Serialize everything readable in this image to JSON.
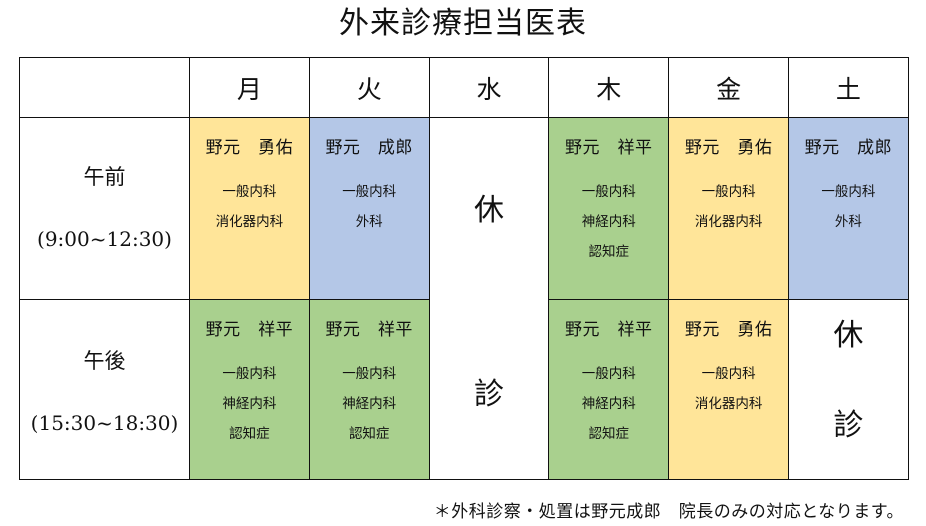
{
  "title": "外来診療担当医表",
  "colors": {
    "yellow": "#ffe599",
    "blue": "#b4c7e7",
    "green": "#a9d08e"
  },
  "days": [
    "月",
    "火",
    "水",
    "木",
    "金",
    "土"
  ],
  "slots": {
    "am": {
      "label": "午前",
      "time": "(9:00~12:30)"
    },
    "pm": {
      "label": "午後",
      "time": "(15:30~18:30)"
    }
  },
  "closed": {
    "char1": "休",
    "char2": "診"
  },
  "schedule": {
    "am": [
      {
        "day": "月",
        "doctor": "野元　勇佑",
        "specialties": [
          "一般内科",
          "消化器内科"
        ],
        "color": "yellow"
      },
      {
        "day": "火",
        "doctor": "野元　成郎",
        "specialties": [
          "一般内科",
          "外科"
        ],
        "color": "blue"
      },
      {
        "day": "水",
        "closed": true
      },
      {
        "day": "木",
        "doctor": "野元　祥平",
        "specialties": [
          "一般内科",
          "神経内科",
          "認知症"
        ],
        "color": "green"
      },
      {
        "day": "金",
        "doctor": "野元　勇佑",
        "specialties": [
          "一般内科",
          "消化器内科"
        ],
        "color": "yellow"
      },
      {
        "day": "土",
        "doctor": "野元　成郎",
        "specialties": [
          "一般内科",
          "外科"
        ],
        "color": "blue"
      }
    ],
    "pm": [
      {
        "day": "月",
        "doctor": "野元　祥平",
        "specialties": [
          "一般内科",
          "神経内科",
          "認知症"
        ],
        "color": "green"
      },
      {
        "day": "火",
        "doctor": "野元　祥平",
        "specialties": [
          "一般内科",
          "神経内科",
          "認知症"
        ],
        "color": "green"
      },
      {
        "day": "水",
        "closed": true
      },
      {
        "day": "木",
        "doctor": "野元　祥平",
        "specialties": [
          "一般内科",
          "神経内科",
          "認知症"
        ],
        "color": "green"
      },
      {
        "day": "金",
        "doctor": "野元　勇佑",
        "specialties": [
          "一般内科",
          "消化器内科"
        ],
        "color": "yellow"
      },
      {
        "day": "土",
        "closed": true
      }
    ]
  },
  "note": "＊外科診察・処置は野元成郎　院長のみの対応となります。"
}
